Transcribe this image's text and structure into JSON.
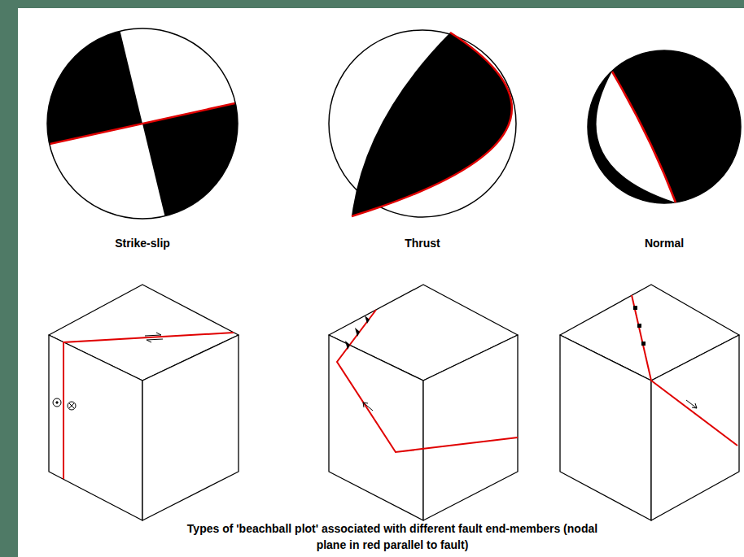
{
  "diagram": {
    "caption": "Types of 'beachball plot' associated with different fault end-members (nodal plane in red parallel to fault)",
    "labels": [
      "Strike-slip",
      "Thrust",
      "Normal"
    ]
  }
}
